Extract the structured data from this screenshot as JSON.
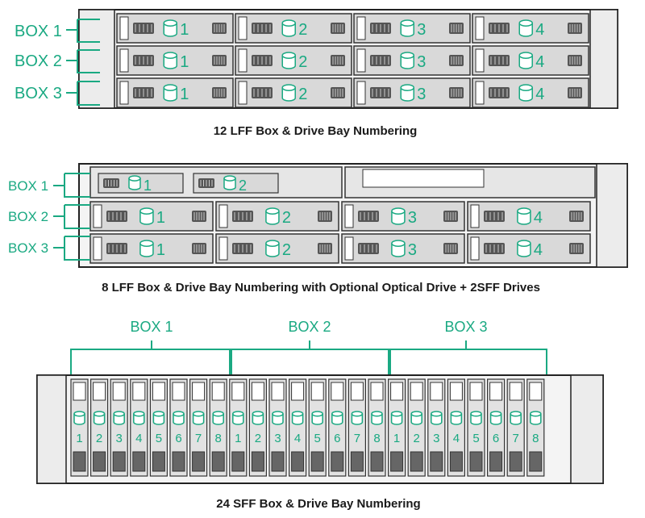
{
  "accent_color": "#1aa982",
  "panel1": {
    "caption": "12 LFF Box & Drive Bay Numbering",
    "box_labels": [
      "BOX 1",
      "BOX 2",
      "BOX 3"
    ],
    "bay_numbers": [
      "1",
      "2",
      "3",
      "4"
    ]
  },
  "panel2": {
    "caption": "8 LFF Box & Drive Bay Numbering with Optional Optical Drive + 2SFF Drives",
    "box_labels": [
      "BOX 1",
      "BOX 2",
      "BOX 3"
    ],
    "sff_bay_numbers": [
      "1",
      "2"
    ],
    "lff_bay_numbers": [
      "1",
      "2",
      "3",
      "4"
    ]
  },
  "panel3": {
    "caption": "24 SFF Box & Drive Bay Numbering",
    "box_labels": [
      "BOX 1",
      "BOX 2",
      "BOX 3"
    ],
    "bay_numbers": [
      "1",
      "2",
      "3",
      "4",
      "5",
      "6",
      "7",
      "8"
    ]
  }
}
